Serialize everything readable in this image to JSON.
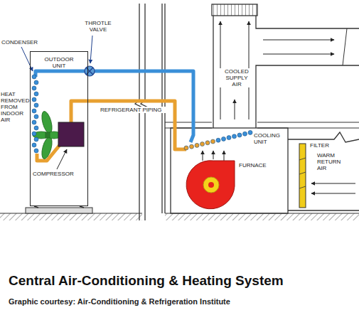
{
  "diagram": {
    "title": "Central Air-Conditioning & Heating System",
    "caption": "Graphic courtesy: Air-Conditioning & Refrigeration Institute",
    "nodes": [
      {
        "text": [
          "OUTDOOR UNIT"
        ]
      }
    ],
    "labels": [
      "THROTLE VALVE",
      "CONDENSER",
      "HEAT REMOVED FROM INDOOR AIR",
      "COMPRESSOR",
      "REFRIGERANT PIPING",
      "COOLED SUPPLY AIR",
      "COOLING UNIT",
      "FURNACE",
      "FILTER",
      "WARM RETURN AIR"
    ]
  }
}
